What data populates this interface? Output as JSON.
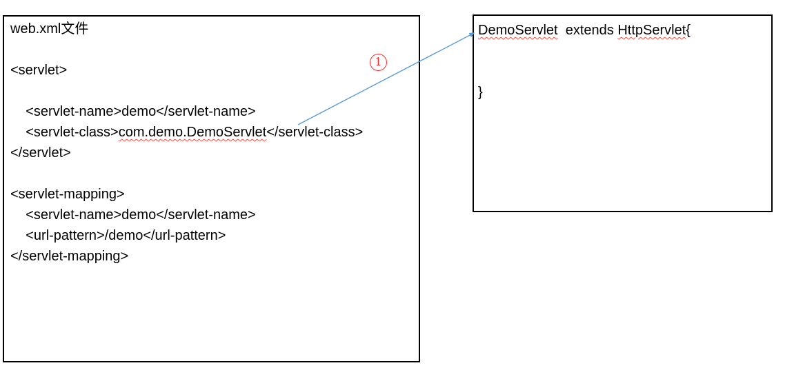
{
  "left_box": {
    "title": "web.xml文件",
    "servlet_open": "<servlet>",
    "servlet_name_line": "    <servlet-name>demo</servlet-name>",
    "servlet_class_pre": "    <servlet-class>",
    "servlet_class_value": "com.demo.DemoServlet",
    "servlet_class_post": "</servlet-class>",
    "servlet_close": "</servlet>",
    "mapping_open": "<servlet-mapping>",
    "mapping_name_line": "    <servlet-name>demo</servlet-name>",
    "url_pattern_line": "    <url-pattern>/demo</url-pattern>",
    "mapping_close": "</servlet-mapping>"
  },
  "right_box": {
    "class_name": "DemoServlet",
    "extends_text": "  extends ",
    "parent_class": "HttpServlet",
    "open_brace": "{",
    "close_brace": "}"
  },
  "annotation": {
    "step_number": "1"
  },
  "colors": {
    "arrow_blue": "#5b9bd5",
    "annotation_red": "#ff2a2a",
    "squiggle_red": "#ff4b3e",
    "box_border": "#000000",
    "text": "#000000"
  }
}
